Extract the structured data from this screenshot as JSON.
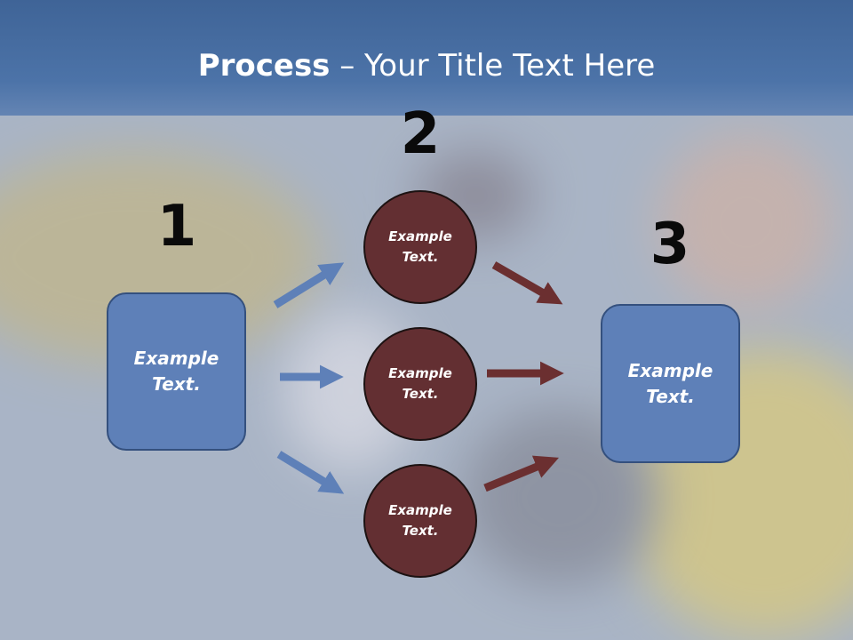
{
  "title": {
    "bold": "Process",
    "rest": " – Your Title Text Here"
  },
  "steps": [
    {
      "number": "1",
      "text": "Example\nText."
    },
    {
      "number": "2",
      "items": [
        "Example\nText.",
        "Example\nText.",
        "Example\nText."
      ]
    },
    {
      "number": "3",
      "text": "Example\nText."
    }
  ],
  "colors": {
    "title_bar": "#4c73a8",
    "box_fill": "#5e80b8",
    "circle_fill": "#632f32",
    "left_arrows": "#5e80b8",
    "right_arrows": "#6b2f30"
  },
  "icons": [
    "arrow-icon"
  ]
}
